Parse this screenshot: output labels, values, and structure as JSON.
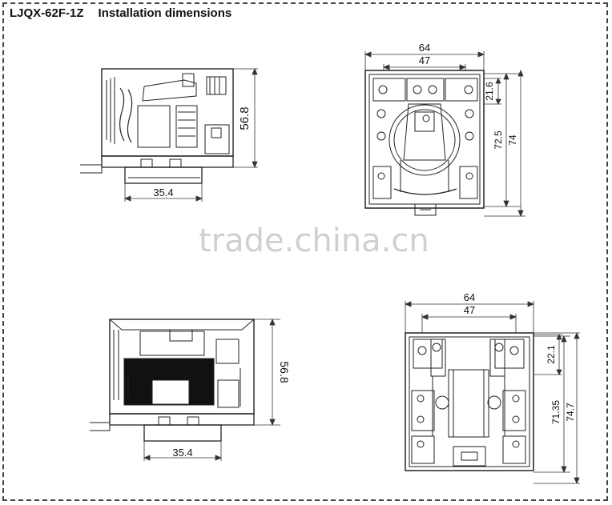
{
  "title": {
    "model": "LJQX-62F-1Z",
    "heading": "Installation dimensions"
  },
  "watermark": "trade.china.cn",
  "views": {
    "top_side": {
      "height": "56.8",
      "base_width": "35.4"
    },
    "top_front": {
      "outer_width": "64",
      "inner_width": "47",
      "upper_offset": "21.6",
      "inner_height": "72.5",
      "outer_height": "74"
    },
    "bottom_side": {
      "height": "56.8",
      "base_width": "35.4"
    },
    "bottom_front": {
      "outer_width": "64",
      "inner_width": "47",
      "upper_offset": "22.1",
      "inner_height": "71.35",
      "outer_height": "74.7"
    }
  },
  "colors": {
    "line": "#222222",
    "dim": "#333333"
  }
}
